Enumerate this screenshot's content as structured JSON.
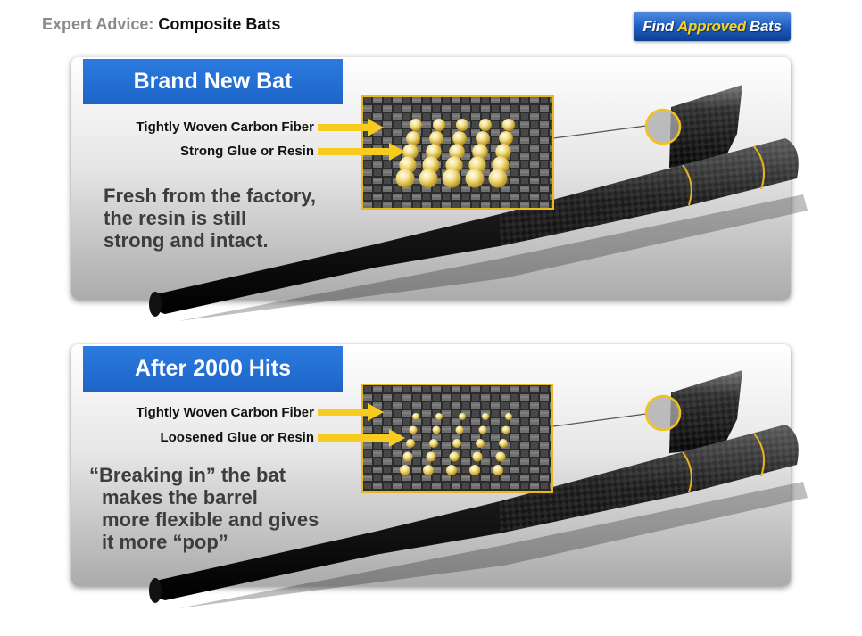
{
  "header": {
    "prefix": "Expert Advice:",
    "subject": "Composite Bats"
  },
  "find_button": {
    "part1": "Find",
    "part2": "Approved",
    "part3": "Bats"
  },
  "panels": [
    {
      "title": "Brand New Bat",
      "label_fiber": "Tightly Woven Carbon Fiber",
      "label_resin": "Strong Glue or Resin",
      "desc_lines": [
        "Fresh from the factory,",
        "the resin is still",
        "strong and intact."
      ]
    },
    {
      "title": "After 2000 Hits",
      "label_fiber": "Tightly Woven Carbon Fiber",
      "label_resin": "Loosened Glue or Resin",
      "desc_lines": [
        "“Breaking in” the bat",
        "makes the barrel",
        "more flexible and gives",
        "it more “pop”"
      ]
    }
  ],
  "colors": {
    "title_blue": "#1e64c7",
    "arrow_yellow": "#f7cc1e",
    "button_accent": "#f7d21c",
    "bat_black": "#1a1a1a"
  },
  "icons": {
    "arrow": "arrow-right-icon",
    "magnifier": "magnifier-circle-icon"
  }
}
